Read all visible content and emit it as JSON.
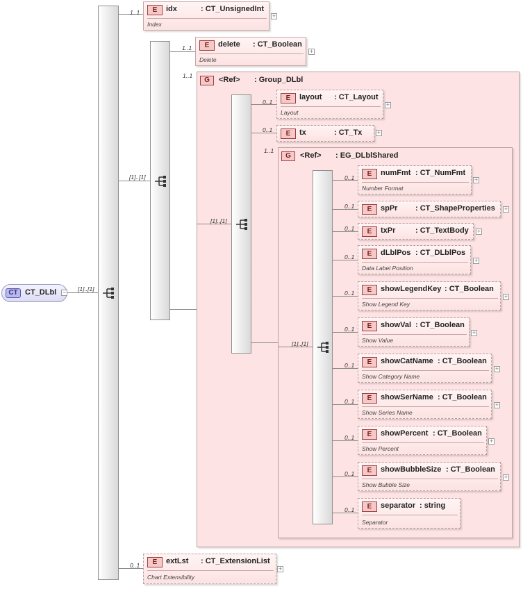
{
  "root": {
    "badge": "CT",
    "name": "CT_DLbl"
  },
  "badges": {
    "element": "E",
    "group": "G"
  },
  "multiplicity": {
    "root_seq": "[1]..[1]",
    "choice": "[1]..[1]",
    "group_seq": "[1]..[1]",
    "shared_seq": "[1]..[1]",
    "idx": "1..1",
    "delete": "1..1",
    "group_ref": "1..1",
    "layout": "0..1",
    "tx": "0..1",
    "shared_ref": "1..1",
    "extLst": "0..1"
  },
  "groups": {
    "group_dlbl": {
      "ref": "<Ref>",
      "type": ": Group_DLbl"
    },
    "eg_dlblshared": {
      "ref": "<Ref>",
      "type": ": EG_DLblShared"
    }
  },
  "elements": {
    "idx": {
      "name": "idx",
      "type": ": CT_UnsignedInt",
      "doc": "Index"
    },
    "delete": {
      "name": "delete",
      "type": ": CT_Boolean",
      "doc": "Delete"
    },
    "layout": {
      "name": "layout",
      "type": ": CT_Layout",
      "doc": "Layout"
    },
    "tx": {
      "name": "tx",
      "type": ": CT_Tx",
      "doc": ""
    },
    "numFmt": {
      "name": "numFmt",
      "type": ": CT_NumFmt",
      "doc": "Number Format",
      "mult": "0..1"
    },
    "spPr": {
      "name": "spPr",
      "type": ": CT_ShapeProperties",
      "doc": "",
      "mult": "0..1"
    },
    "txPr": {
      "name": "txPr",
      "type": ": CT_TextBody",
      "doc": "",
      "mult": "0..1"
    },
    "dLblPos": {
      "name": "dLblPos",
      "type": ": CT_DLblPos",
      "doc": "Data Label Position",
      "mult": "0..1"
    },
    "showLegendKey": {
      "name": "showLegendKey",
      "type": ": CT_Boolean",
      "doc": "Show Legend Key",
      "mult": "0..1"
    },
    "showVal": {
      "name": "showVal",
      "type": ": CT_Boolean",
      "doc": "Show Value",
      "mult": "0..1"
    },
    "showCatName": {
      "name": "showCatName",
      "type": ": CT_Boolean",
      "doc": "Show Category Name",
      "mult": "0..1"
    },
    "showSerName": {
      "name": "showSerName",
      "type": ": CT_Boolean",
      "doc": "Show Series Name",
      "mult": "0..1"
    },
    "showPercent": {
      "name": "showPercent",
      "type": ": CT_Boolean",
      "doc": "Show Percent",
      "mult": "0..1"
    },
    "showBubbleSize": {
      "name": "showBubbleSize",
      "type": ": CT_Boolean",
      "doc": "Show Bubble Size",
      "mult": "0..1"
    },
    "separator": {
      "name": "separator",
      "type": ": string",
      "doc": "Separator",
      "mult": "0..1"
    },
    "extLst": {
      "name": "extLst",
      "type": ": CT_ExtensionList",
      "doc": "Chart Extensibility"
    }
  }
}
